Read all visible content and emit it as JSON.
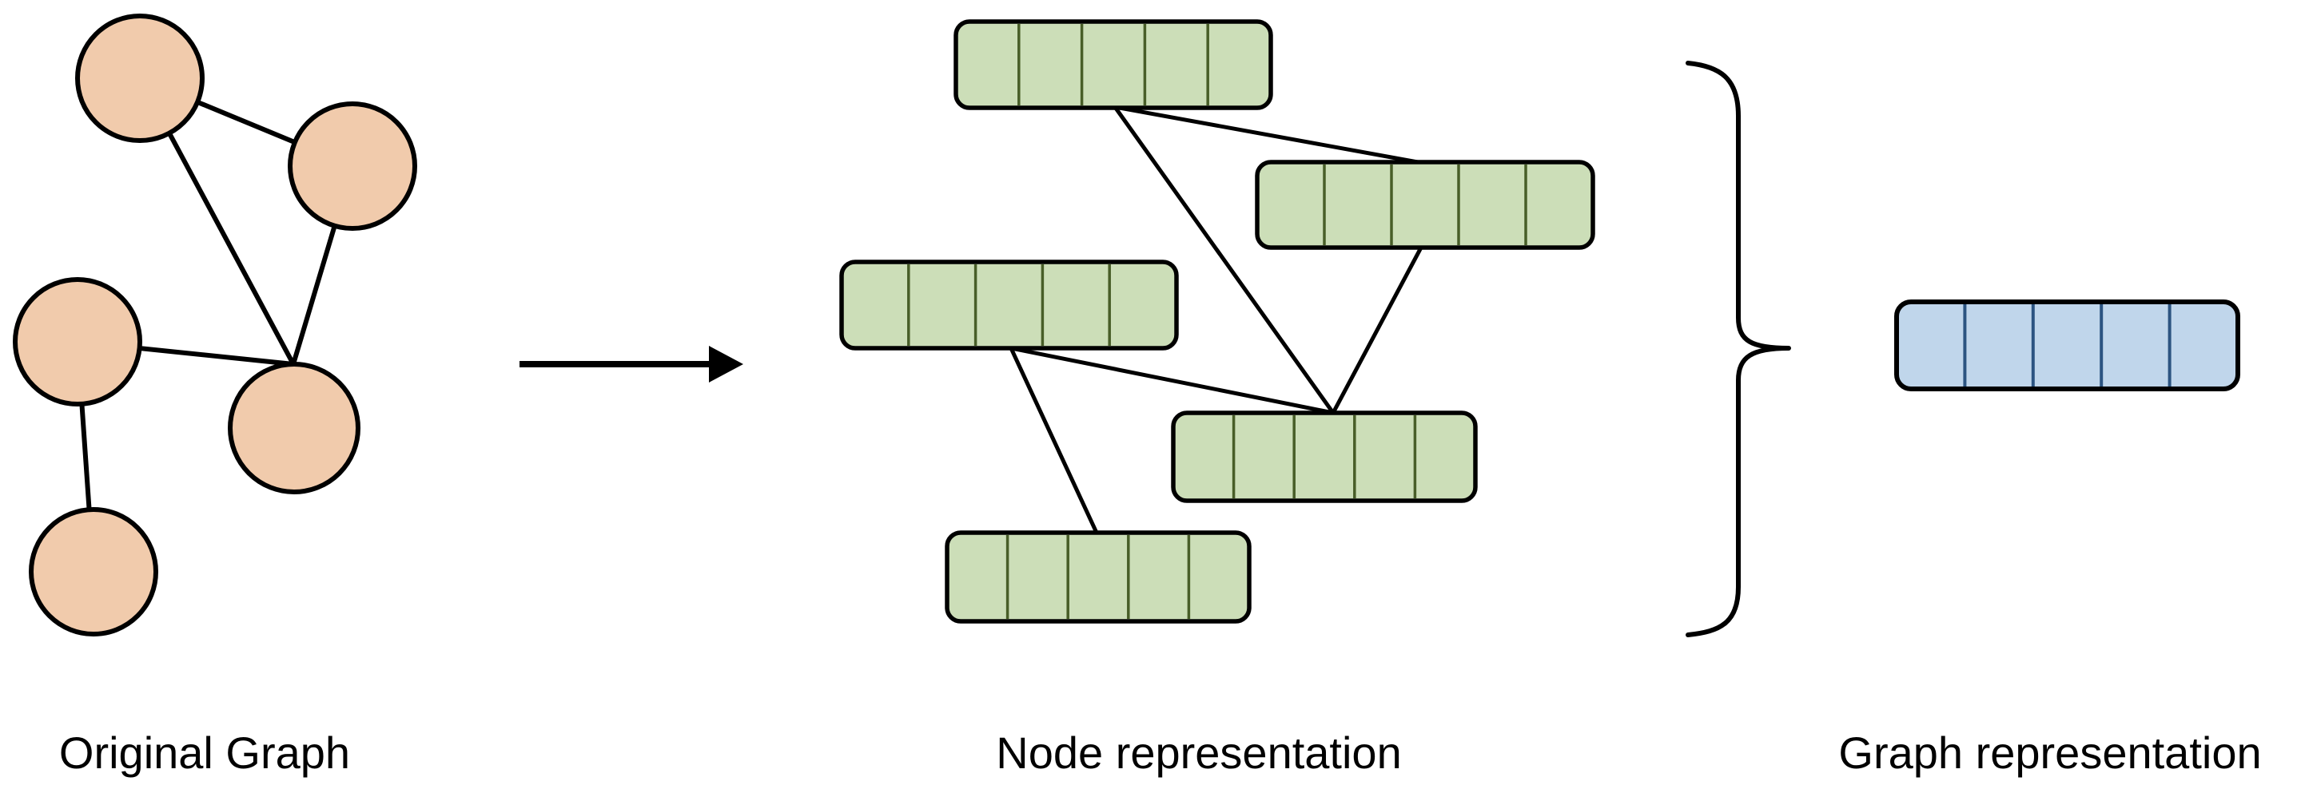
{
  "diagram": {
    "labels": {
      "original_graph": "Original Graph",
      "node_representation": "Node representation",
      "graph_representation": "Graph representation"
    },
    "colors": {
      "outline": "#000000",
      "label_color": "#000000",
      "graph_node_fill": "#F1CBAC",
      "node_vector_fill": "#CCDEB8",
      "node_vector_divider": "#485E28",
      "graph_vector_fill": "#C0D6EB",
      "graph_vector_divider": "#2C5481"
    },
    "structure": {
      "graph_node_count": 5,
      "graph_edges": [
        "n1-n2",
        "n1-n4",
        "n2-n4",
        "n3-n4",
        "n3-n5"
      ],
      "node_vector_count": 5,
      "cells_per_vector": 5,
      "graph_vector_count": 1
    }
  }
}
